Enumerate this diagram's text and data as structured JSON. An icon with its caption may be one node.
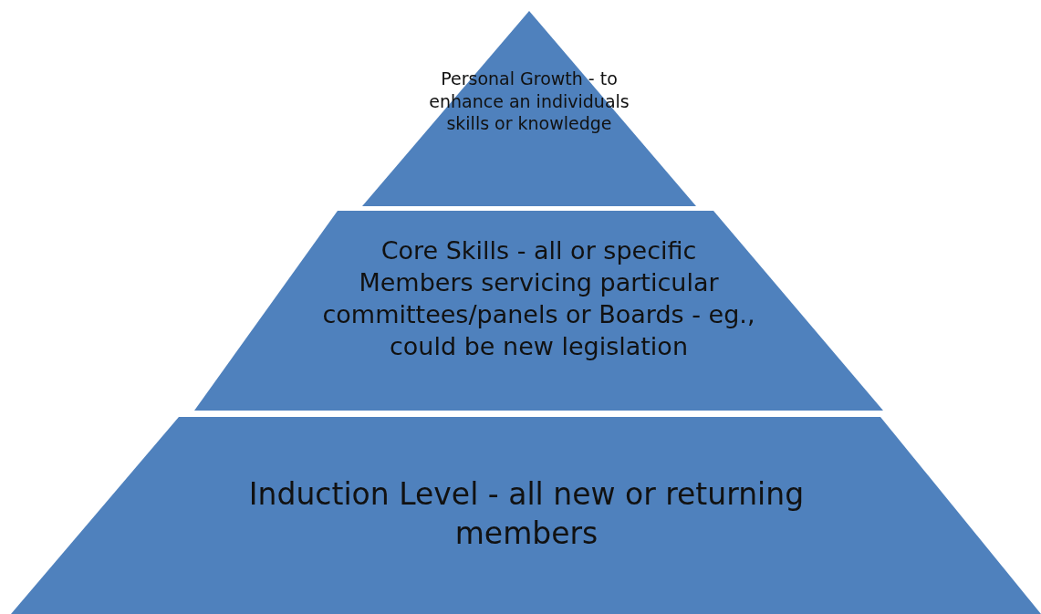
{
  "diagram": {
    "nodes": [
      {
        "text": [
          "Personal Growth - to enhance an individuals skills or knowledge"
        ]
      },
      {
        "text": [
          "Core Skills - all or specific Members servicing particular committees/panels or Boards - eg., could be new legislation"
        ]
      },
      {
        "text": [
          "Induction Level - all new or returning members"
        ]
      }
    ]
  }
}
